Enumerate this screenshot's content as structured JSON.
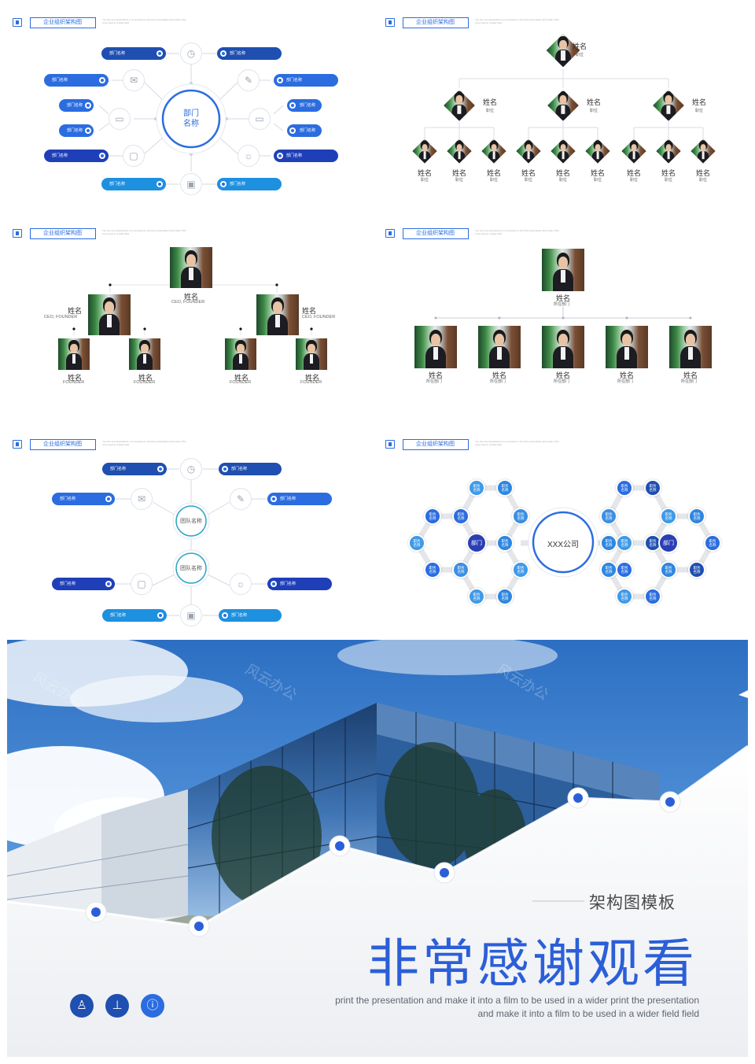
{
  "header_label": "企业组织架构图",
  "header_tiny": "You can use descriptions or a computer to print the presentation and make it film to be used in a wider field",
  "slide1": {
    "center": [
      "部门",
      "名称"
    ],
    "dept_label": "部门名称"
  },
  "slide2": {
    "name": "姓名",
    "title": "职位"
  },
  "slide3": {
    "name": "姓名",
    "ceo": "CEO, FOUNDER",
    "founder": "FOUNDER"
  },
  "slide4": {
    "name": "姓名",
    "dept": "所在部门"
  },
  "slide5": {
    "team": "团队名称",
    "dept_label": "部门名称"
  },
  "slide6": {
    "company": "XXX公司",
    "dept": "部门",
    "role": "职务名称"
  },
  "final": {
    "subtitle": "架构图模板",
    "title": "非常感谢观看",
    "desc_line1": "print the presentation and make it into a film to be used in a wider print the presentation",
    "desc_line2": "and make it into a film to be used in a wider field field",
    "watermark": "风云办公"
  },
  "colors": {
    "accent": "#2b6de0",
    "deep": "#1f3fb8",
    "cyan": "#1e90e0"
  }
}
